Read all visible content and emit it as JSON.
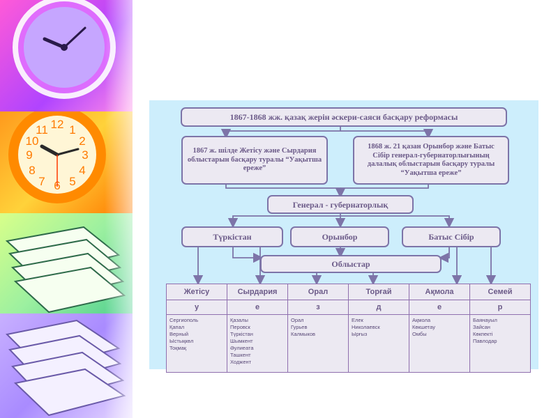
{
  "title": "1867-1868 жж. қазақ  жерін әскери-саяси басқару реформасы",
  "left_reform": "1867 ж. шілде Жетісу және Сырдария облыстарын басқару туралы “Уақытша ереже”",
  "right_reform": "1868 ж. 21 қазан Орынбор және Батыс Сібір генерал-губернаторлығының далалық облыстарын басқару  туралы “Уақытша ереже”",
  "governorate": "Генерал - губернаторлық",
  "governorates": [
    "Түркістан",
    "Орынбор",
    "Батыс Сібір"
  ],
  "oblasts": "Облыстар",
  "provinces": [
    {
      "name": "Жетісу",
      "letter": "у",
      "cities": [
        "Сергиополь",
        "Қапал",
        "Верный",
        "Ыстықкөл",
        "Тоқмақ"
      ]
    },
    {
      "name": "Сырдария",
      "letter": "е",
      "cities": [
        "Қазалы",
        "Перовск",
        "Түркістан",
        "Шымкент",
        "Әулиеата",
        "Ташкент",
        "Ходжент"
      ]
    },
    {
      "name": "Орал",
      "letter": "з",
      "cities": [
        "Орал",
        "Гурьев",
        "Калмыков"
      ]
    },
    {
      "name": "Торғай",
      "letter": "д",
      "cities": [
        "Елек",
        "Николаевск",
        "Ырғыз"
      ]
    },
    {
      "name": "Ақмола",
      "letter": "е",
      "cities": [
        "Ақмола",
        "Көкшетау",
        "Омбы"
      ]
    },
    {
      "name": "Семей",
      "letter": "р",
      "cities": [
        "Баянауыл",
        "Зайсан",
        "Көкпекті",
        "Павлодар"
      ]
    }
  ]
}
